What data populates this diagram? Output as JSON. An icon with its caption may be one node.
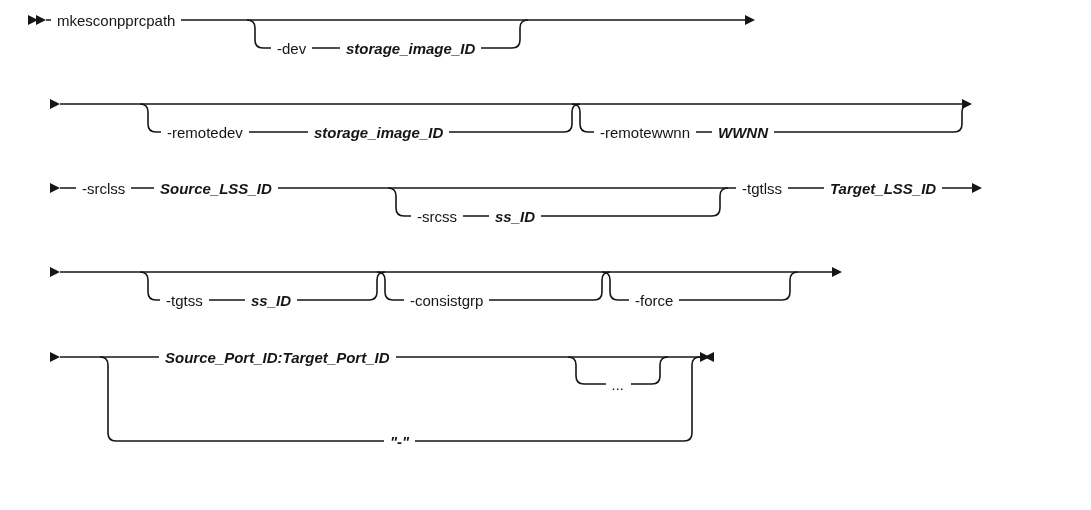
{
  "diagram": {
    "labels": [
      "mkesconpprcpath",
      "-dev",
      "storage_image_ID",
      "-remotedev",
      "storage_image_ID",
      "-remotewwnn",
      "WWNN",
      "-srclss",
      "Source_LSS_ID",
      "-srcss",
      "ss_ID",
      "-tgtlss",
      "Target_LSS_ID",
      "-tgtss",
      "ss_ID",
      "-consistgrp",
      "-force",
      "Source_Port_ID:Target_Port_ID",
      "...",
      "\"-\""
    ]
  }
}
